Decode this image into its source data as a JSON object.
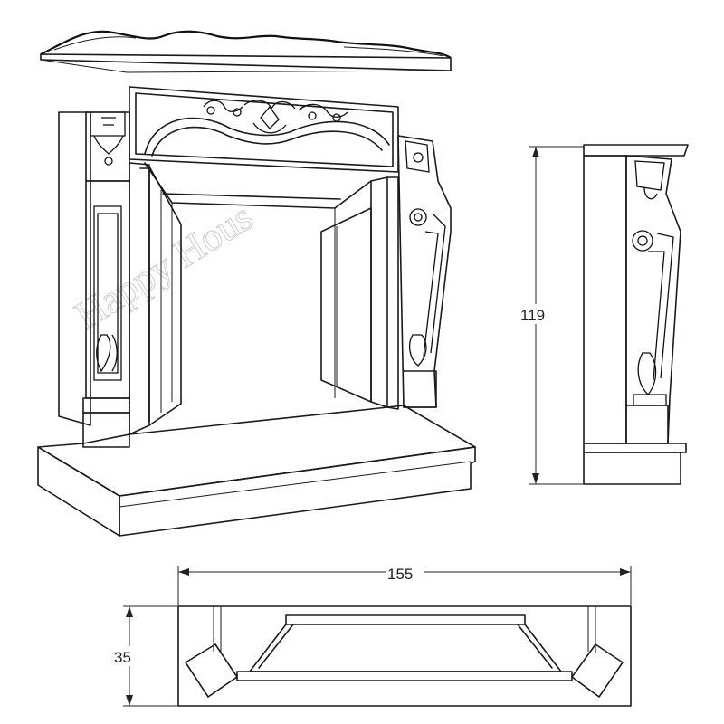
{
  "diagram": {
    "dimensions": {
      "height_label": "119",
      "width_label": "155",
      "depth_label": "35"
    },
    "watermark_text": "Happy Hous",
    "colors": {
      "line": "#1a1a1a",
      "background": "#ffffff",
      "watermark": "#cfcfcf"
    }
  }
}
